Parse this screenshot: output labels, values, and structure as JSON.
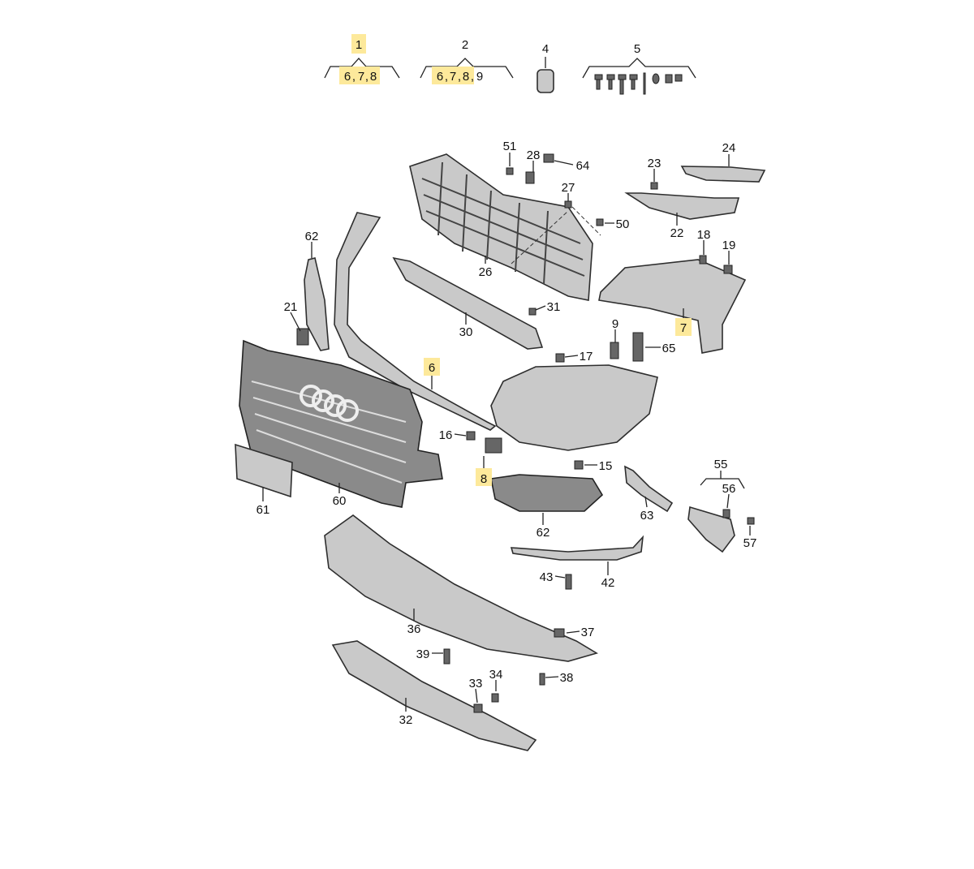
{
  "diagram": {
    "highlight_color": "#fde99b",
    "kit_groups": [
      {
        "label": "1",
        "highlighted": true,
        "contents": [
          {
            "label": "6",
            "highlighted": true
          },
          {
            "label": "7",
            "highlighted": true
          },
          {
            "label": "8",
            "highlighted": true
          }
        ]
      },
      {
        "label": "2",
        "highlighted": false,
        "contents": [
          {
            "label": "6",
            "highlighted": true
          },
          {
            "label": "7",
            "highlighted": true
          },
          {
            "label": "8",
            "highlighted": true
          },
          {
            "label": "9",
            "highlighted": false
          }
        ]
      },
      {
        "label": "4",
        "highlighted": false
      },
      {
        "label": "5",
        "highlighted": false
      }
    ],
    "callouts": {
      "c51": "51",
      "c28": "28",
      "c64": "64",
      "c27": "27",
      "c50": "50",
      "c23": "23",
      "c24": "24",
      "c22": "22",
      "c18": "18",
      "c19": "19",
      "c62a": "62",
      "c21": "21",
      "c26": "26",
      "c31": "31",
      "c30": "30",
      "c9": "9",
      "c7": "7",
      "c65": "65",
      "c17": "17",
      "c6": "6",
      "c16": "16",
      "c8": "8",
      "c15": "15",
      "c55": "55",
      "c56": "56",
      "c57": "57",
      "c63": "63",
      "c62b": "62",
      "c60": "60",
      "c61": "61",
      "c42": "42",
      "c43": "43",
      "c36": "36",
      "c37": "37",
      "c39": "39",
      "c38": "38",
      "c34": "34",
      "c33": "33",
      "c32": "32"
    },
    "highlighted_callouts": [
      "6",
      "7",
      "8"
    ]
  }
}
